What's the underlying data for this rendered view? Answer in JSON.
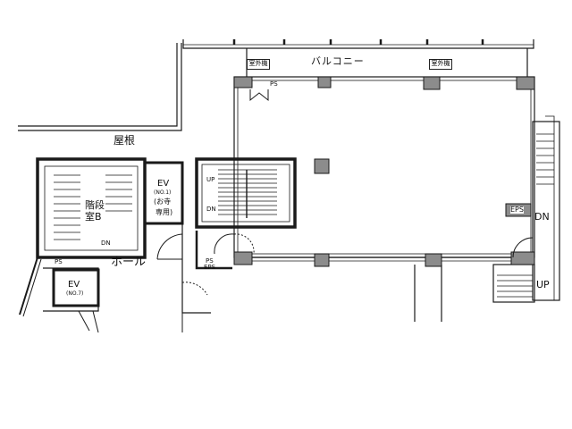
{
  "labels": {
    "balcony": "バルコニー",
    "roof": "屋根",
    "hall": "ホール",
    "outdoor_unit_left": "室外機",
    "outdoor_unit_right": "室外機",
    "ps_top": "PS",
    "ps_hall": "PS",
    "ps_eps": "PS",
    "eps_lower": "EPS",
    "eps_right": "EPS",
    "ev1_name": "EV",
    "ev1_no": "(NO.1)",
    "ev1_note1": "(お寺",
    "ev1_note2": "専用)",
    "ev7_name": "EV",
    "ev7_no": "(NO.7)",
    "stair_b_line1": "階段",
    "stair_b_line2": "室B",
    "up_center": "UP",
    "dn_center": "DN",
    "dn_stair_b": "DN",
    "dn_right": "DN",
    "up_right": "UP"
  },
  "colors": {
    "wall": "#1a1a1a",
    "wall_fill": "#8c8c8c",
    "line": "#222222"
  }
}
